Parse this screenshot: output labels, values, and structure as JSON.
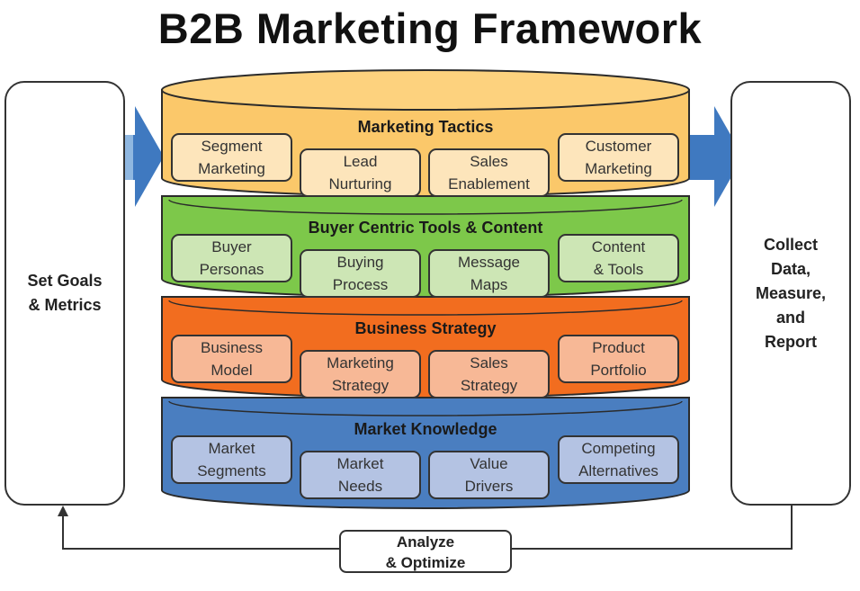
{
  "title": "B2B Marketing Framework",
  "left_panel": "Set Goals\n& Metrics",
  "right_panel": "Collect\nData,\nMeasure,\nand\nReport",
  "feedback": "Analyze\n& Optimize",
  "layers": [
    {
      "title": "Marketing Tactics",
      "color": "#fbc86a",
      "box_color": "#fde5bb",
      "items": [
        "Segment\nMarketing",
        "Lead\nNurturing",
        "Sales\nEnablement",
        "Customer\nMarketing"
      ]
    },
    {
      "title": "Buyer Centric Tools & Content",
      "color": "#7dc84a",
      "box_color": "#cde6b5",
      "items": [
        "Buyer\nPersonas",
        "Buying\nProcess",
        "Message\nMaps",
        "Content\n& Tools"
      ]
    },
    {
      "title": "Business Strategy",
      "color": "#f26d1f",
      "box_color": "#f7b896",
      "items": [
        "Business\nModel",
        "Marketing\nStrategy",
        "Sales\nStrategy",
        "Product\nPortfolio"
      ]
    },
    {
      "title": "Market Knowledge",
      "color": "#4a7ec0",
      "box_color": "#b4c3e3",
      "items": [
        "Market\nSegments",
        "Market\nNeeds",
        "Value\nDrivers",
        "Competing\nAlternatives"
      ]
    }
  ]
}
